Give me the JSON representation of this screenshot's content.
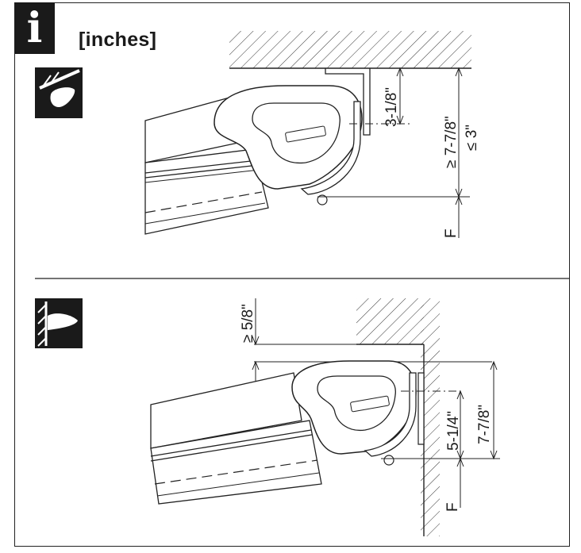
{
  "header": {
    "info_icon_letter": "i",
    "unit_label": "[inches]"
  },
  "ceiling_mount": {
    "icon": "ceiling-mount-icon",
    "dim_top": "3-1/8\"",
    "dim_total": "≥ 7-7/8\"",
    "dim_max": "≤ 3\"",
    "dim_f": "F"
  },
  "wall_mount": {
    "icon": "wall-mount-icon",
    "dim_top": "≥ 5/8\"",
    "dim_mid": "5-1/4\"",
    "dim_total": "7-7/8\"",
    "dim_f": "F"
  }
}
